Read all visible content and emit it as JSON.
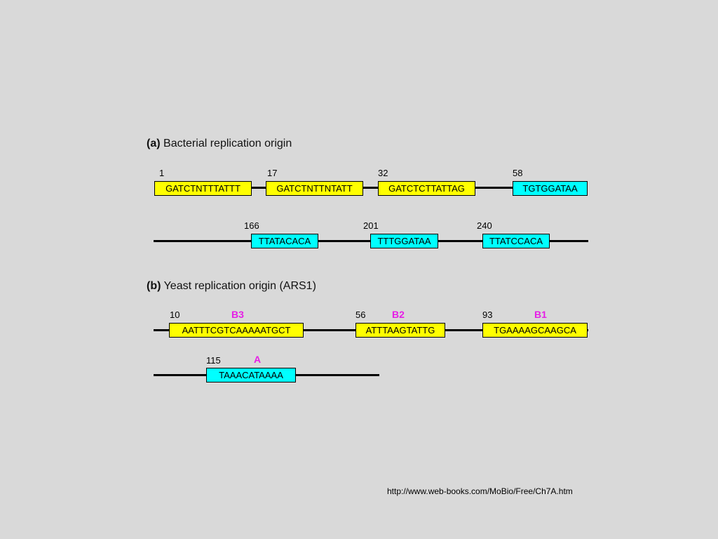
{
  "panel_a": {
    "letter": "(a)",
    "title": "Bacterial replication origin",
    "row1": [
      {
        "pos": "1",
        "seq": "GATCTNTTTATTT",
        "color": "#ffff00"
      },
      {
        "pos": "17",
        "seq": "GATCTNTTNTATT",
        "color": "#ffff00"
      },
      {
        "pos": "32",
        "seq": "GATCTCTTATTAG",
        "color": "#ffff00"
      },
      {
        "pos": "58",
        "seq": "TGTGGATAA",
        "color": "#00ffff"
      }
    ],
    "row2": [
      {
        "pos": "166",
        "seq": "TTATACACA",
        "color": "#00ffff"
      },
      {
        "pos": "201",
        "seq": "TTTGGATAA",
        "color": "#00ffff"
      },
      {
        "pos": "240",
        "seq": "TTATCCACA",
        "color": "#00ffff"
      }
    ]
  },
  "panel_b": {
    "letter": "(b)",
    "title": "Yeast replication origin (ARS1)",
    "row1": [
      {
        "pos": "10",
        "element": "B3",
        "seq": "AATTTCGTCAAAAATGCT",
        "color": "#ffff00"
      },
      {
        "pos": "56",
        "element": "B2",
        "seq": "ATTTAAGTATTG",
        "color": "#ffff00"
      },
      {
        "pos": "93",
        "element": "B1",
        "seq": "TGAAAAGCAAGCA",
        "color": "#ffff00"
      }
    ],
    "row2": [
      {
        "pos": "115",
        "element": "A",
        "seq": "TAAACATAAAA",
        "color": "#00ffff"
      }
    ]
  },
  "element_label_color": "#e61ee6",
  "source_url": "http://www.web-books.com/MoBio/Free/Ch7A.htm"
}
